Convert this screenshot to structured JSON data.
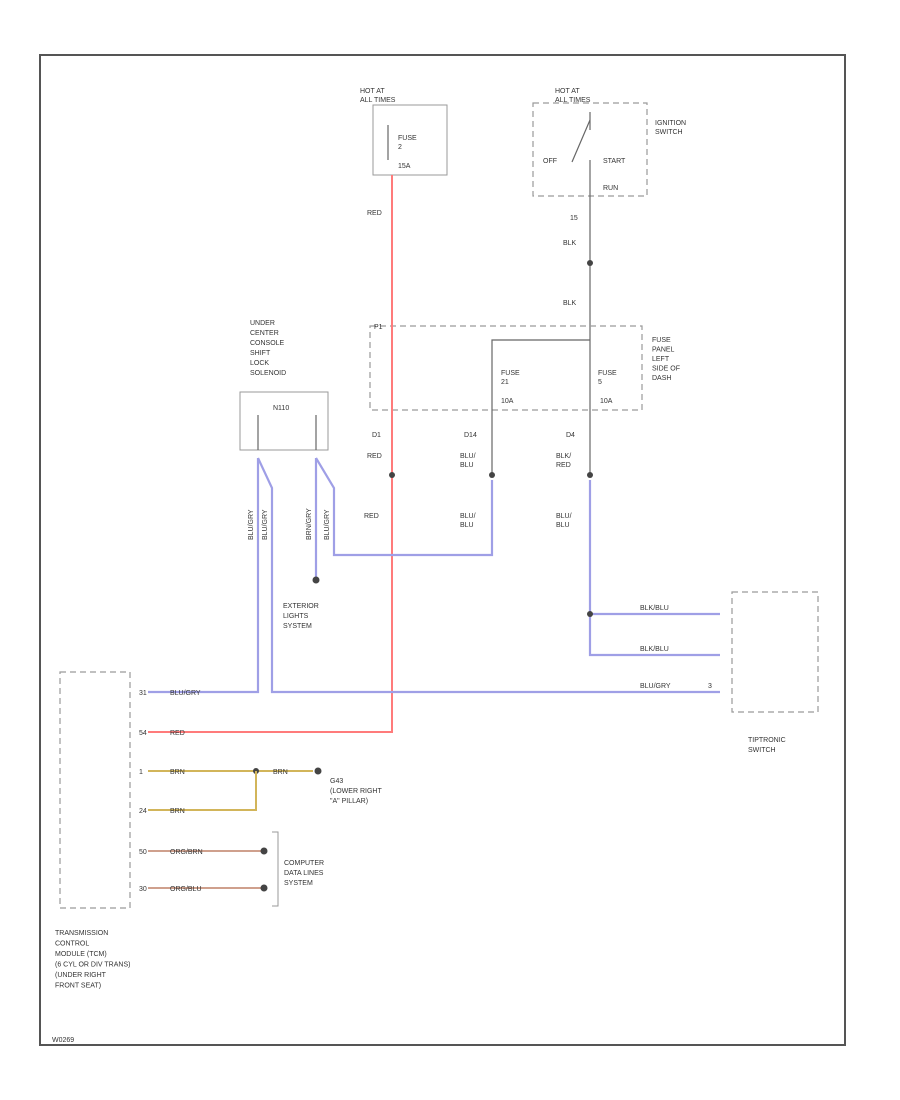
{
  "labels": {
    "hot_at_all_times": "HOT AT ALL TIMES",
    "hot_at_all_times_2": "HOT AT ALL TIMES",
    "fuse_2": "FUSE 2",
    "fuse_2_amp": "15A",
    "ignition_switch": "IGNITION SWITCH",
    "ign_off": "OFF",
    "ign_start": "START",
    "ign_run": "RUN",
    "pin_15_top": "15",
    "wire_red_1": "RED",
    "wire_blk_1": "BLK",
    "wire_blk_2": "BLK",
    "pin_p1": "P1",
    "fuse_21": "FUSE 21",
    "fuse_21_amp": "10A",
    "fuse_5": "FUSE 5",
    "fuse_5_amp": "10A",
    "fuse_panel": "FUSE PANEL LEFT SIDE OF DASH",
    "shift_lock_title": "UNDER CENTER CONSOLE SHIFT LOCK SOLENOID",
    "shift_lock_id": "N110",
    "pin_d1": "D1",
    "pin_d14": "D14",
    "pin_d4": "D4",
    "wire_red_2": "RED",
    "wire_blubl_1": "BLU/ BLU",
    "wire_blkred": "BLK/ RED",
    "wire_red_3": "RED",
    "wire_blubl_2": "BLU/ BLU",
    "wire_blubl_3": "BLU/ BLU",
    "wire_v1": "BLU/GRY",
    "wire_v2": "BLU/GRY",
    "wire_v3": "BRN/GRY",
    "wire_v4": "BLU/GRY",
    "exterior_lights": "EXTERIOR LIGHTS SYSTEM",
    "tip_wire_1": "BLK/BLU",
    "tip_wire_2": "BLK/BLU",
    "tip_wire_3": "BLU/GRY",
    "tip_pin_3": "3",
    "tiptronic_switch": "TIPTRONIC SWITCH",
    "tcm_pin_1": "31",
    "tcm_wire_1": "BLU/GRY",
    "tcm_pin_2": "54",
    "tcm_wire_2": "RED",
    "tcm_pin_3": "1",
    "tcm_wire_3": "BRN",
    "tcm_pin_4": "24",
    "tcm_wire_4": "BRN",
    "tcm_pin_5": "50",
    "tcm_wire_5": "ORG/BRN",
    "tcm_pin_6": "30",
    "tcm_wire_6": "ORG/BLU",
    "ground_wire": "BRN",
    "ground_label": "G43 (LOWER RIGHT \"A\" PILLAR)",
    "computer_data": "COMPUTER DATA LINES SYSTEM",
    "tcm_name": "TRANSMISSION CONTROL MODULE (TCM) (6 CYL OR DIV TRANS) (UNDER RIGHT FRONT SEAT)",
    "figure_code": "W0269"
  },
  "colors": {
    "frame": "#555555",
    "wire_red": "#ff7b7b",
    "wire_blue": "#9f9fe6",
    "wire_brown": "#d2b55a",
    "wire_orange": "#cfa08d",
    "wire_black": "#666666",
    "text": "#333333"
  }
}
